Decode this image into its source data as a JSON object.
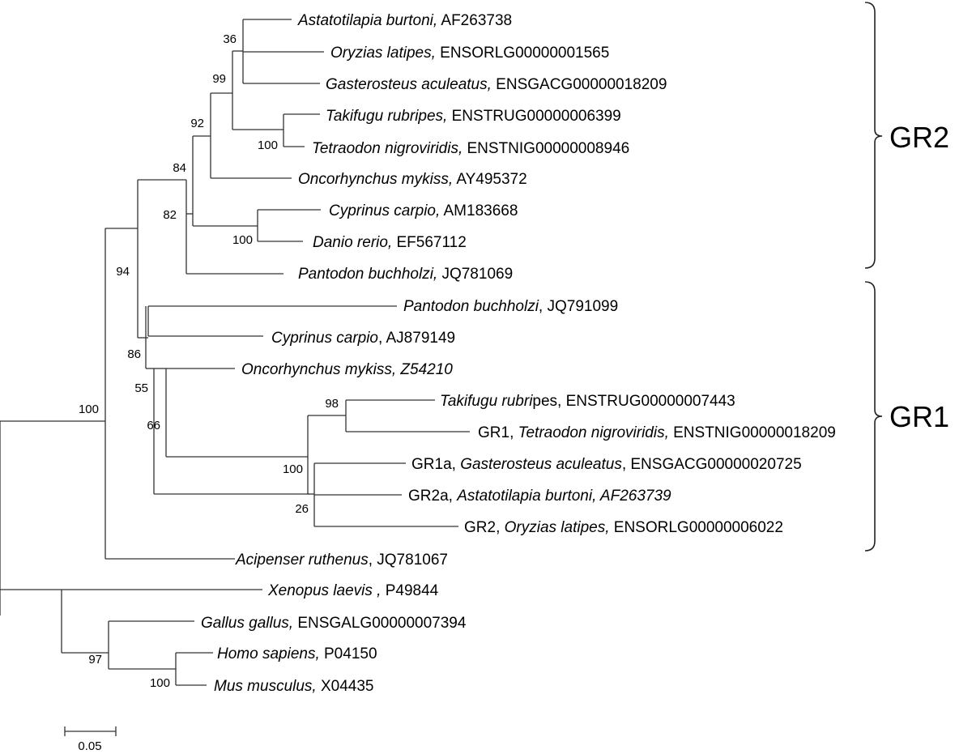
{
  "figure": {
    "type": "phylogenetic-tree",
    "scale_bar_label": "0.05",
    "groups": [
      {
        "id": "gr2",
        "label": "GR2"
      },
      {
        "id": "gr1",
        "label": "GR1"
      }
    ],
    "taxa": [
      {
        "id": "t1",
        "parts": [
          [
            "Astatotilapia burtoni,",
            true
          ],
          [
            " AF263738",
            false
          ]
        ]
      },
      {
        "id": "t2",
        "parts": [
          [
            "Oryzias latipes,",
            true
          ],
          [
            " ENSORLG00000001565",
            false
          ]
        ]
      },
      {
        "id": "t3",
        "parts": [
          [
            "Gasterosteus aculeatus,",
            true
          ],
          [
            " ENSGACG00000018209",
            false
          ]
        ]
      },
      {
        "id": "t4",
        "parts": [
          [
            "Takifugu rubripes,",
            true
          ],
          [
            " ENSTRUG00000006399",
            false
          ]
        ]
      },
      {
        "id": "t5",
        "parts": [
          [
            "Tetraodon nigroviridis,",
            true
          ],
          [
            " ENSTNIG00000008946",
            false
          ]
        ]
      },
      {
        "id": "t6",
        "parts": [
          [
            "Oncorhynchus mykiss,",
            true
          ],
          [
            " AY495372",
            false
          ]
        ]
      },
      {
        "id": "t7",
        "parts": [
          [
            "Cyprinus carpio,",
            true
          ],
          [
            " AM183668",
            false
          ]
        ]
      },
      {
        "id": "t8",
        "parts": [
          [
            "Danio rerio,",
            true
          ],
          [
            " EF567112",
            false
          ]
        ]
      },
      {
        "id": "t9",
        "parts": [
          [
            "Pantodon buchholzi,",
            true
          ],
          [
            " JQ781069",
            false
          ]
        ]
      },
      {
        "id": "t10",
        "parts": [
          [
            "Pantodon buchholzi",
            true
          ],
          [
            ", JQ791099",
            false
          ]
        ]
      },
      {
        "id": "t11",
        "parts": [
          [
            "Cyprinus carpio",
            true
          ],
          [
            ", AJ879149",
            false
          ]
        ]
      },
      {
        "id": "t12",
        "parts": [
          [
            "Oncorhynchus mykiss, Z54210",
            true
          ]
        ]
      },
      {
        "id": "t13",
        "parts": [
          [
            "Takifugu rubri",
            true
          ],
          [
            "pes, ENSTRUG00000007443",
            false
          ]
        ]
      },
      {
        "id": "t14",
        "parts": [
          [
            "GR1, ",
            false
          ],
          [
            "Tetraodon nigroviridis,",
            true
          ],
          [
            " ENSTNIG00000018209",
            false
          ]
        ]
      },
      {
        "id": "t15",
        "parts": [
          [
            "GR1a, ",
            false
          ],
          [
            "Gasterosteus aculeatus",
            true
          ],
          [
            ", ENSGACG00000020725",
            false
          ]
        ]
      },
      {
        "id": "t16",
        "parts": [
          [
            "GR2a, ",
            false
          ],
          [
            "Astatotilapia burtoni, AF263739",
            true
          ]
        ]
      },
      {
        "id": "t17",
        "parts": [
          [
            "GR2, ",
            false
          ],
          [
            "Oryzias latipes,",
            true
          ],
          [
            " ENSORLG00000006022",
            false
          ]
        ]
      },
      {
        "id": "t18",
        "parts": [
          [
            "Acipenser ruthenus",
            true
          ],
          [
            ", JQ781067",
            false
          ]
        ]
      },
      {
        "id": "t19",
        "parts": [
          [
            "Xenopus laevis ,",
            true
          ],
          [
            " P49844",
            false
          ]
        ]
      },
      {
        "id": "t20",
        "parts": [
          [
            "Gallus gallus,",
            true
          ],
          [
            " ENSGALG00000007394",
            false
          ]
        ]
      },
      {
        "id": "t21",
        "parts": [
          [
            "Homo sapiens,",
            true
          ],
          [
            " P04150",
            false
          ]
        ]
      },
      {
        "id": "t22",
        "parts": [
          [
            "Mus musculus,",
            true
          ],
          [
            " X04435",
            false
          ]
        ]
      }
    ],
    "bootstrap_values": [
      "36",
      "99",
      "100",
      "92",
      "84",
      "100",
      "82",
      "94",
      "86",
      "55",
      "98",
      "100",
      "26",
      "66",
      "100",
      "97",
      "100"
    ]
  }
}
